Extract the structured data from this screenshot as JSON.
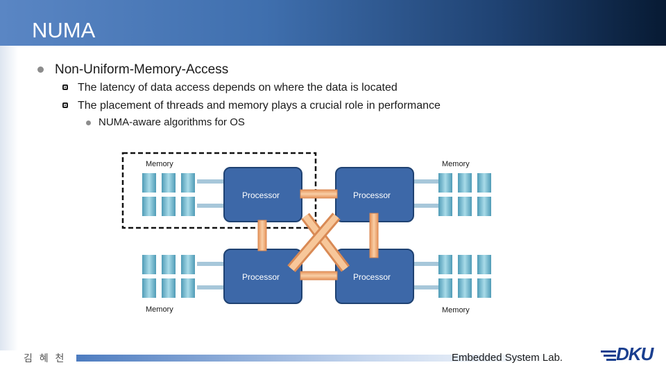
{
  "slide": {
    "title": "NUMA",
    "bullets": {
      "level1": "Non-Uniform-Memory-Access",
      "level2": [
        "The latency of data access depends on where the data is located",
        "The placement of threads and memory plays a crucial role in performance"
      ],
      "level3": "NUMA-aware algorithms for OS"
    }
  },
  "diagram": {
    "memory_labels": [
      "Memory",
      "Memory",
      "Memory",
      "Memory"
    ],
    "processor_labels": [
      "Processor",
      "Processor",
      "Processor",
      "Processor"
    ]
  },
  "footer": {
    "author": "김 혜 천",
    "lab": "Embedded System Lab.",
    "logo": "DKU"
  },
  "colors": {
    "title_bar": "#3f6fae",
    "processor_fill": "#3d68a8",
    "processor_border": "#1f4272",
    "interconnect": "#f2b27a",
    "memory_chip": "#7ec1d6"
  }
}
